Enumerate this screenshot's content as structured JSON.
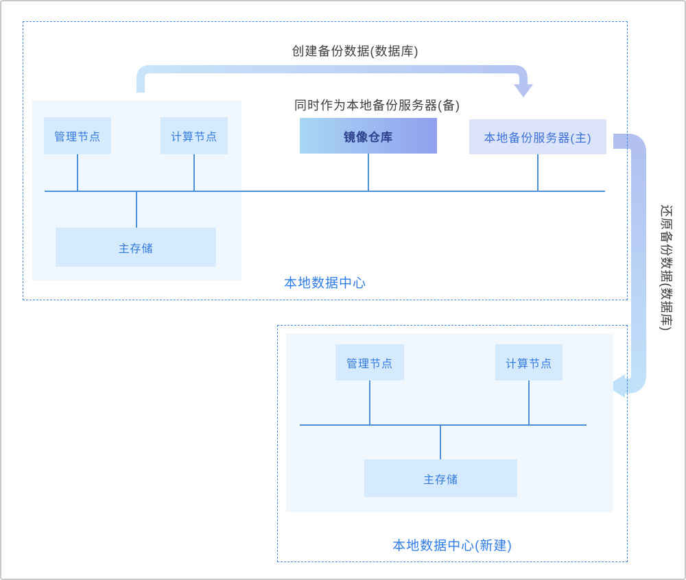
{
  "annotations": {
    "create_backup": "创建备份数据(数据库)",
    "dual_role": "同时作为本地备份服务器(备)",
    "restore_backup": "还原备份数据(数据库)"
  },
  "dc1": {
    "label": "本地数据中心",
    "nodes": {
      "mgmt": "管理节点",
      "compute": "计算节点",
      "mirror": "镜像仓库",
      "backup_primary": "本地备份服务器(主)",
      "storage": "主存储"
    }
  },
  "dc2": {
    "label": "本地数据中心(新建)",
    "nodes": {
      "mgmt": "管理节点",
      "compute": "计算节点",
      "storage": "主存储"
    }
  },
  "colors": {
    "accent_blue": "#3279dd",
    "label_blue": "#2e7ce8",
    "annotation_text": "#3c3c3c",
    "dashed_border": "#3e86e0",
    "node_bg": "#d5eafc",
    "backup_bg": "#dce4f9",
    "panel_bg": "#f0f7fd",
    "line_color": "#4a90d9",
    "mirror_gradient_start": "#a9d7f4",
    "mirror_gradient_end": "#8f9fee",
    "arrow_top_start": "#c9e4fa",
    "arrow_top_end": "#b4c3f1",
    "arrow_right_start": "#b1bfef",
    "arrow_right_end": "#c1e3fb",
    "frame_border": "#c9c9c9"
  }
}
